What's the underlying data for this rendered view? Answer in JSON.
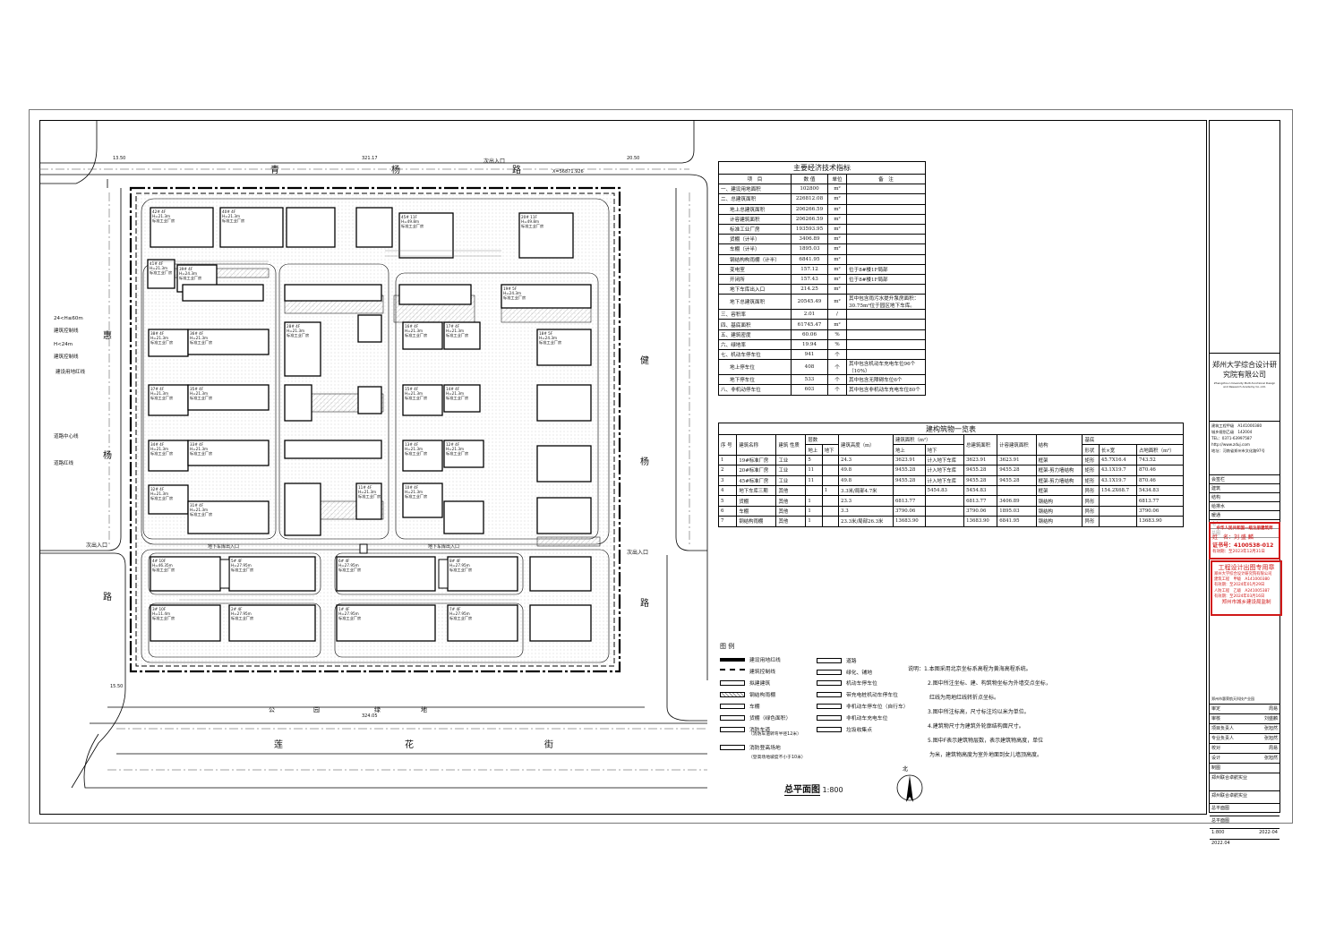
{
  "roads": {
    "north": [
      "青",
      "杨",
      "路"
    ],
    "south_green": [
      "公",
      "园",
      "绿",
      "地"
    ],
    "south_road": [
      "莲",
      "花",
      "街"
    ],
    "west": [
      "惠",
      "杨",
      "路"
    ],
    "east": [
      "健",
      "杨",
      "路"
    ],
    "entrance": "次出入口",
    "garage_entrance": "地下车库出入口"
  },
  "plan_labels": {
    "coord": "X=56871.926",
    "dims_top": [
      "13.50",
      "321.17",
      "20.50"
    ],
    "dims_bottom": [
      "15.50",
      "324.05"
    ],
    "left_side": [
      "24<H≤60m",
      "建筑控制线",
      "H<24m",
      "建筑控制线",
      "建设用地红线",
      "道路中心线",
      "道路红线"
    ],
    "building_label": "标准工业厂房"
  },
  "buildings": [
    {
      "id": "42# 4F",
      "h": "H=21.3m"
    },
    {
      "id": "40# 4F",
      "h": "H=21.3m"
    },
    {
      "id": "45# 11F",
      "h": "H=49.8m"
    },
    {
      "id": "20# 11F",
      "h": "H=49.8m"
    },
    {
      "id": "41# 4F",
      "h": "H=21.3m"
    },
    {
      "id": "39# 4F",
      "h": "H=24.3m"
    },
    {
      "id": "19# 5F",
      "h": "H=24.3m"
    },
    {
      "id": "38# 4F",
      "h": "H=21.3m"
    },
    {
      "id": "36# 4F",
      "h": "H=21.3m"
    },
    {
      "id": "28# 4F",
      "h": "H=21.3m"
    },
    {
      "id": "16# 4F",
      "h": "H=21.3m"
    },
    {
      "id": "17# 4F",
      "h": "H=21.3m"
    },
    {
      "id": "18# 5F",
      "h": "H=24.3m"
    },
    {
      "id": "37# 4F",
      "h": "H=21.3m"
    },
    {
      "id": "35# 4F",
      "h": "H=21.3m"
    },
    {
      "id": "15# 4F",
      "h": "H=21.3m"
    },
    {
      "id": "14# 4F",
      "h": "H=21.3m"
    },
    {
      "id": "34# 4F",
      "h": "H=21.3m"
    },
    {
      "id": "33# 4F",
      "h": "H=21.3m"
    },
    {
      "id": "13# 4F",
      "h": "H=21.3m"
    },
    {
      "id": "12# 4F",
      "h": "H=21.3m"
    },
    {
      "id": "32# 4F",
      "h": "H=21.3m"
    },
    {
      "id": "31# 4F",
      "h": "H=21.3m"
    },
    {
      "id": "11# 4F",
      "h": "H=21.3m"
    },
    {
      "id": "10# 4F",
      "h": "H=21.3m"
    },
    {
      "id": "4# 10F",
      "h": "H=46.35m"
    },
    {
      "id": "5# 4F",
      "h": "H=27.95m"
    },
    {
      "id": "6# 4F",
      "h": "H=27.95m"
    },
    {
      "id": "8# 4F",
      "h": "H=27.95m"
    },
    {
      "id": "3# 10F",
      "h": "H=11.4m"
    },
    {
      "id": "2# 4F",
      "h": "H=27.95m"
    },
    {
      "id": "1# 4F",
      "h": "H=27.95m"
    },
    {
      "id": "7# 4F",
      "h": "H=27.95m"
    }
  ],
  "econ_table": {
    "title": "主要经济技术指标",
    "headers": [
      "项　目",
      "数 值",
      "单位",
      "备　注"
    ],
    "rows": [
      [
        "一、建设用地面积",
        "102800",
        "m²",
        ""
      ],
      [
        "二、总建筑面积",
        "226812.08",
        "m²",
        ""
      ],
      [
        "地上总建筑面积",
        "206266.59",
        "m²",
        ""
      ],
      [
        "计容建筑面积",
        "206266.59",
        "m²",
        ""
      ],
      [
        "标准工业厂房",
        "193593.95",
        "m²",
        ""
      ],
      [
        "货棚（计半）",
        "3406.89",
        "m²",
        ""
      ],
      [
        "车棚（计半）",
        "1895.03",
        "m²",
        ""
      ],
      [
        "钢结构构雨棚（计半）",
        "6841.95",
        "m²",
        ""
      ],
      [
        "变电室",
        "157.12",
        "m²",
        "位于8#楼1F局部"
      ],
      [
        "开闭所",
        "157.43",
        "m²",
        "位于8#楼1F局部"
      ],
      [
        "地下车库出入口",
        "214.25",
        "m²",
        ""
      ],
      [
        "地下总建筑面积",
        "20545.49",
        "m²",
        "其中包含雨污水提升泵房面积：30.75m²位于园区地下车库。"
      ],
      [
        "三、容积率",
        "2.01",
        "/",
        ""
      ],
      [
        "四、基底面积",
        "61745.47",
        "m²",
        ""
      ],
      [
        "五、建筑密度",
        "60.06",
        "%",
        ""
      ],
      [
        "六、绿地率",
        "19.94",
        "%",
        ""
      ],
      [
        "七、机动车停车位",
        "941",
        "个",
        ""
      ],
      [
        "地上停车位",
        "408",
        "个",
        "其中包含机动车充电车位96个（10%）"
      ],
      [
        "地下停车位",
        "533",
        "个",
        "其中包含无障碍车位6个"
      ],
      [
        "八、非机动停车位",
        "603",
        "个",
        "其中包含非机动车充电车位80个"
      ]
    ]
  },
  "bld_table": {
    "title": "建构筑物一览表",
    "h1": [
      "序 号",
      "建筑名称",
      "建筑 性质",
      "层数",
      "建筑高度（m）",
      "建筑面积（m²）",
      "总建筑面积",
      "计容建筑面积",
      "结构",
      "基底"
    ],
    "h2": [
      "地上",
      "地下",
      "地上",
      "地下",
      "形状",
      "长×宽",
      "占地面积（m²）"
    ],
    "rows": [
      [
        "1",
        "19#标准厂房",
        "工业",
        "5",
        "",
        "24.3",
        "3623.91",
        "计入地下车库",
        "3623.91",
        "3623.91",
        "框架",
        "矩形",
        "45.7X16.4",
        "743.52"
      ],
      [
        "2",
        "20#标准厂房",
        "工业",
        "11",
        "",
        "49.8",
        "9455.28",
        "计入地下车库",
        "9455.28",
        "9455.28",
        "框架-剪力墙结构",
        "矩形",
        "43.1X19.7",
        "870.46"
      ],
      [
        "3",
        "45#标准厂房",
        "工业",
        "11",
        "",
        "49.8",
        "9455.28",
        "计入地下车库",
        "9455.28",
        "9455.28",
        "框架-剪力墙结构",
        "矩形",
        "43.1X19.7",
        "870.46"
      ],
      [
        "4",
        "地下车库三期",
        "其他",
        "",
        "1",
        "3.3米/局部4.7米",
        "",
        "5454.83",
        "5454.83",
        "",
        "框架",
        "异形",
        "154.2X68.7",
        "5434.83"
      ],
      [
        "5",
        "货棚",
        "其他",
        "1",
        "",
        "23.3",
        "6813.77",
        "",
        "6813.77",
        "3406.89",
        "钢结构",
        "异形",
        "",
        "6813.77"
      ],
      [
        "6",
        "车棚",
        "其他",
        "1",
        "",
        "3.3",
        "3790.06",
        "",
        "3790.06",
        "1895.03",
        "钢结构",
        "异形",
        "",
        "3790.06"
      ],
      [
        "7",
        "钢结构雨棚",
        "其他",
        "1",
        "",
        "23.3米/局部26.3米",
        "13683.90",
        "",
        "13683.90",
        "6841.95",
        "钢结构",
        "异形",
        "",
        "13683.90"
      ]
    ]
  },
  "legend": {
    "title": "图 例",
    "items": [
      "建设用地红线",
      "建筑控制线",
      "拟建建筑",
      "钢结构雨棚",
      "车棚",
      "货棚（绿色面积）",
      "消防车道",
      "消防登高场地",
      "道路",
      "绿化、铺地",
      "机动车停车位",
      "带充电桩机动车停车位",
      "非机动车停车位（自行车）",
      "非机动车充电车位",
      "垃圾收集点"
    ],
    "fire_note1": "（消防车道转弯半径12米）",
    "fire_note2": "（登高场地坡度不小于10米）"
  },
  "notes": [
    "说明：1.本图采用北京坐标系高程为黄海高程系统。",
    "2.图中所注坐标、建、构筑物坐标为外墙交点坐标，",
    "红线为用地红线转折点坐标。",
    "3.图中所注标高，尺寸标注均以米为单位。",
    "4.建筑物尺寸为建筑外轮廓结构面尺寸。",
    "5.图中F表示建筑物层数，表示建筑物高度，单位",
    "为米，建筑物高度为室外地面到女儿墙顶高度。"
  ],
  "plan_title": {
    "name": "总平面图",
    "scale": "1:800"
  },
  "title_block": {
    "institute": "郑州大学综合设计研究院有限公司",
    "institute_en": "Zhengzhou University Multi-functional Design and Research Academy Co.,Ltd.",
    "cert1": "建筑工程甲级　A141000380",
    "cert2": "城乡规划乙级　142004",
    "tel": "TEL：0371-63997587",
    "web": "http://www.zduj.com",
    "addr": "地址：河南省郑州市文化路97号",
    "fields": [
      "会签栏",
      "建筑",
      "结构",
      "给排水",
      "暖通",
      "电气",
      "总图"
    ],
    "project_note": "郑州市惠荣航天科技产业园",
    "roles": [
      "审定",
      "审核",
      "项目负责人",
      "专业负责人",
      "校对",
      "设计",
      "制图"
    ],
    "names": [
      "周易",
      "刘盛麟",
      "张旭然",
      "张旭然",
      "周易",
      "张旭然",
      ""
    ],
    "project": "郑州联合卓航实业",
    "sub": "郑州联合卓航实业",
    "drawing": "总平面图",
    "sheet": "总平面图",
    "job_no": "2022-04",
    "date": "2022.04",
    "scale_val": "1:800"
  },
  "stamps": {
    "reg_title": "中华人民共和国一级注册建筑师",
    "reg_name": "姓　名：刘 盛 麟",
    "reg_no": "证书号：4100538-012",
    "reg_date": "有效期：至2023年12月31日",
    "design_title": "工程设计出图专用章",
    "design_co": "郑州大学综合设计研究院有限公司",
    "design_l1": "建筑工程　甲级　A141000380",
    "design_l2": "有效期：至2024年01月29日",
    "design_l3": "人防工程　乙级　A241005387",
    "design_l4": "有效期：至2024年03月16日",
    "design_org": "郑州市城乡建设局监制"
  },
  "colors": {
    "stamp": "#d01818",
    "line": "#000000",
    "hatch": "#888888"
  }
}
